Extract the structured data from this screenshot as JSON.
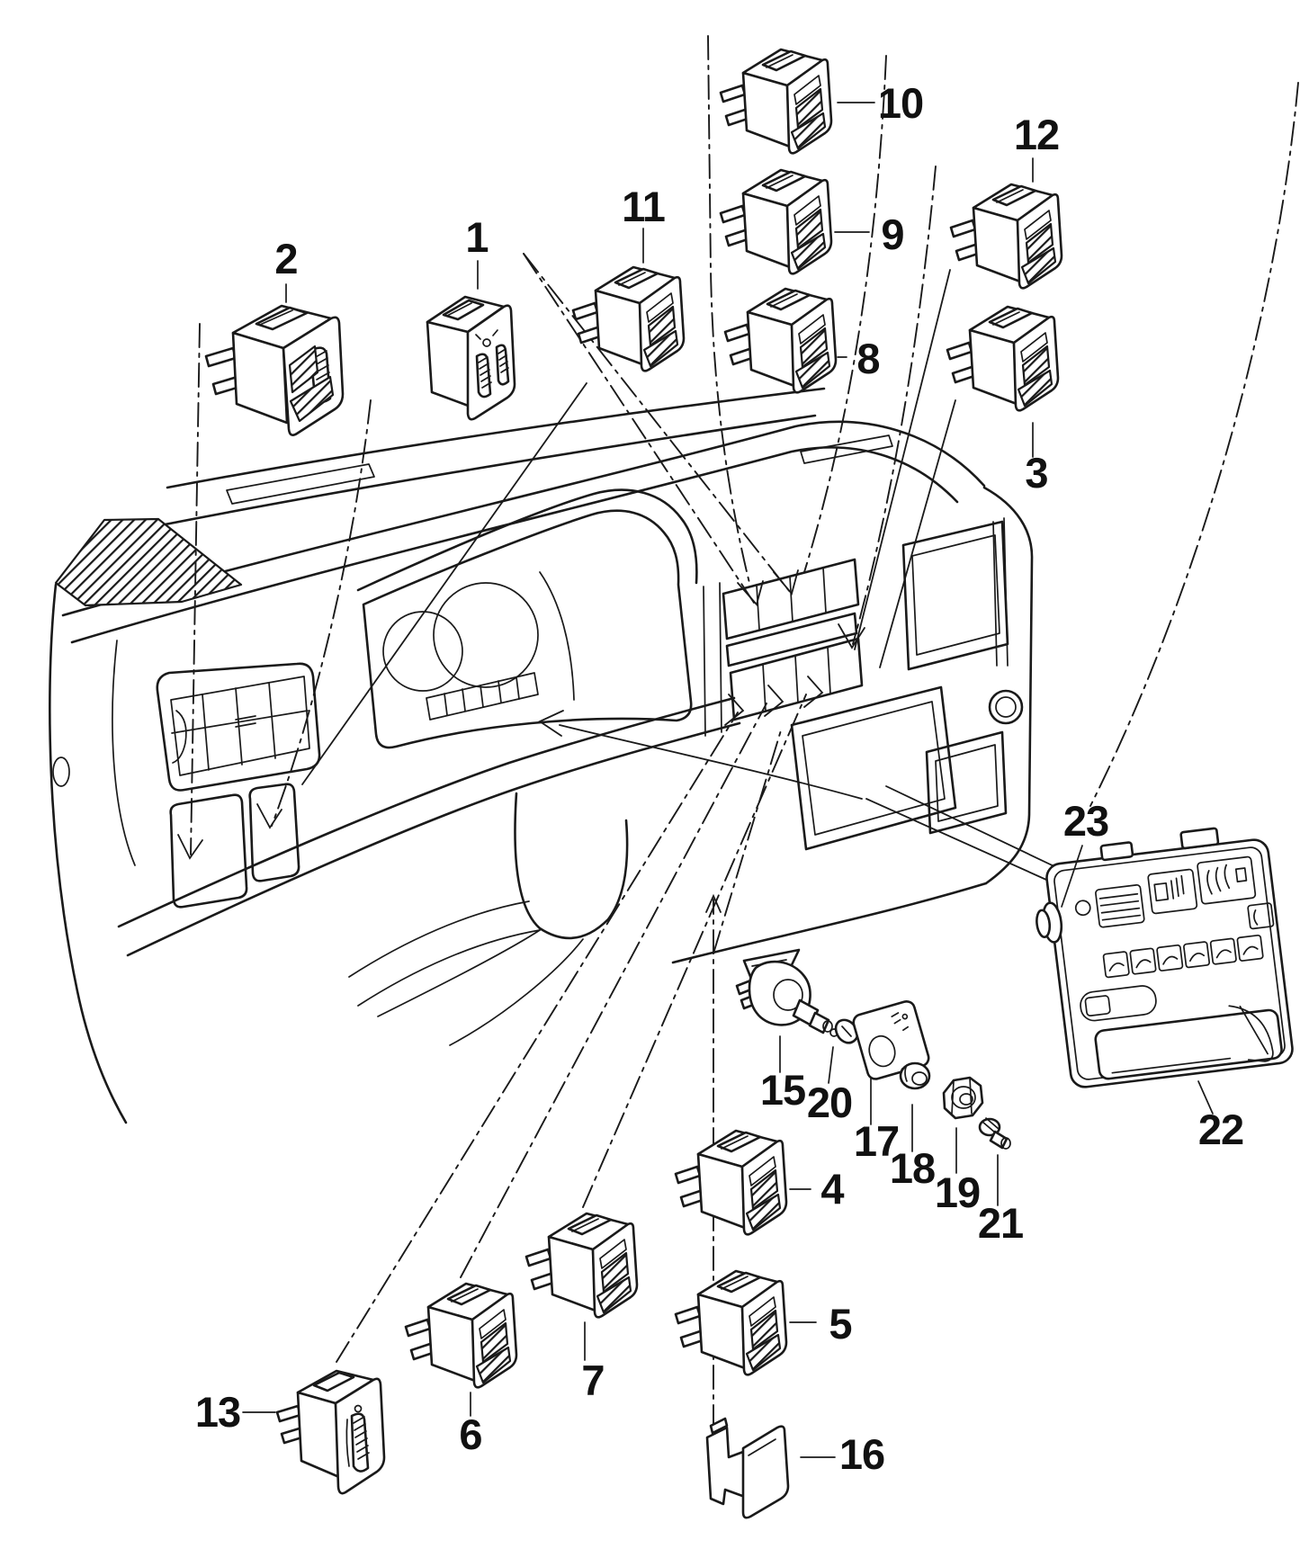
{
  "diagram": {
    "kind": "exploded parts diagram",
    "subject": "instrument panel switches, cigarette lighter and heater control unit",
    "background_color": "#ffffff",
    "line_color": "#1a1a1a"
  },
  "callouts": {
    "c1": {
      "label": "1"
    },
    "c2": {
      "label": "2"
    },
    "c3": {
      "label": "3"
    },
    "c4": {
      "label": "4"
    },
    "c5": {
      "label": "5"
    },
    "c6": {
      "label": "6"
    },
    "c7": {
      "label": "7"
    },
    "c8": {
      "label": "8"
    },
    "c9": {
      "label": "9"
    },
    "c10": {
      "label": "10"
    },
    "c11": {
      "label": "11"
    },
    "c12": {
      "label": "12"
    },
    "c13": {
      "label": "13"
    },
    "c15": {
      "label": "15"
    },
    "c16": {
      "label": "16"
    },
    "c17": {
      "label": "17"
    },
    "c18": {
      "label": "18"
    },
    "c19": {
      "label": "19"
    },
    "c20": {
      "label": "20"
    },
    "c21": {
      "label": "21"
    },
    "c22": {
      "label": "22"
    },
    "c23": {
      "label": "23"
    }
  }
}
